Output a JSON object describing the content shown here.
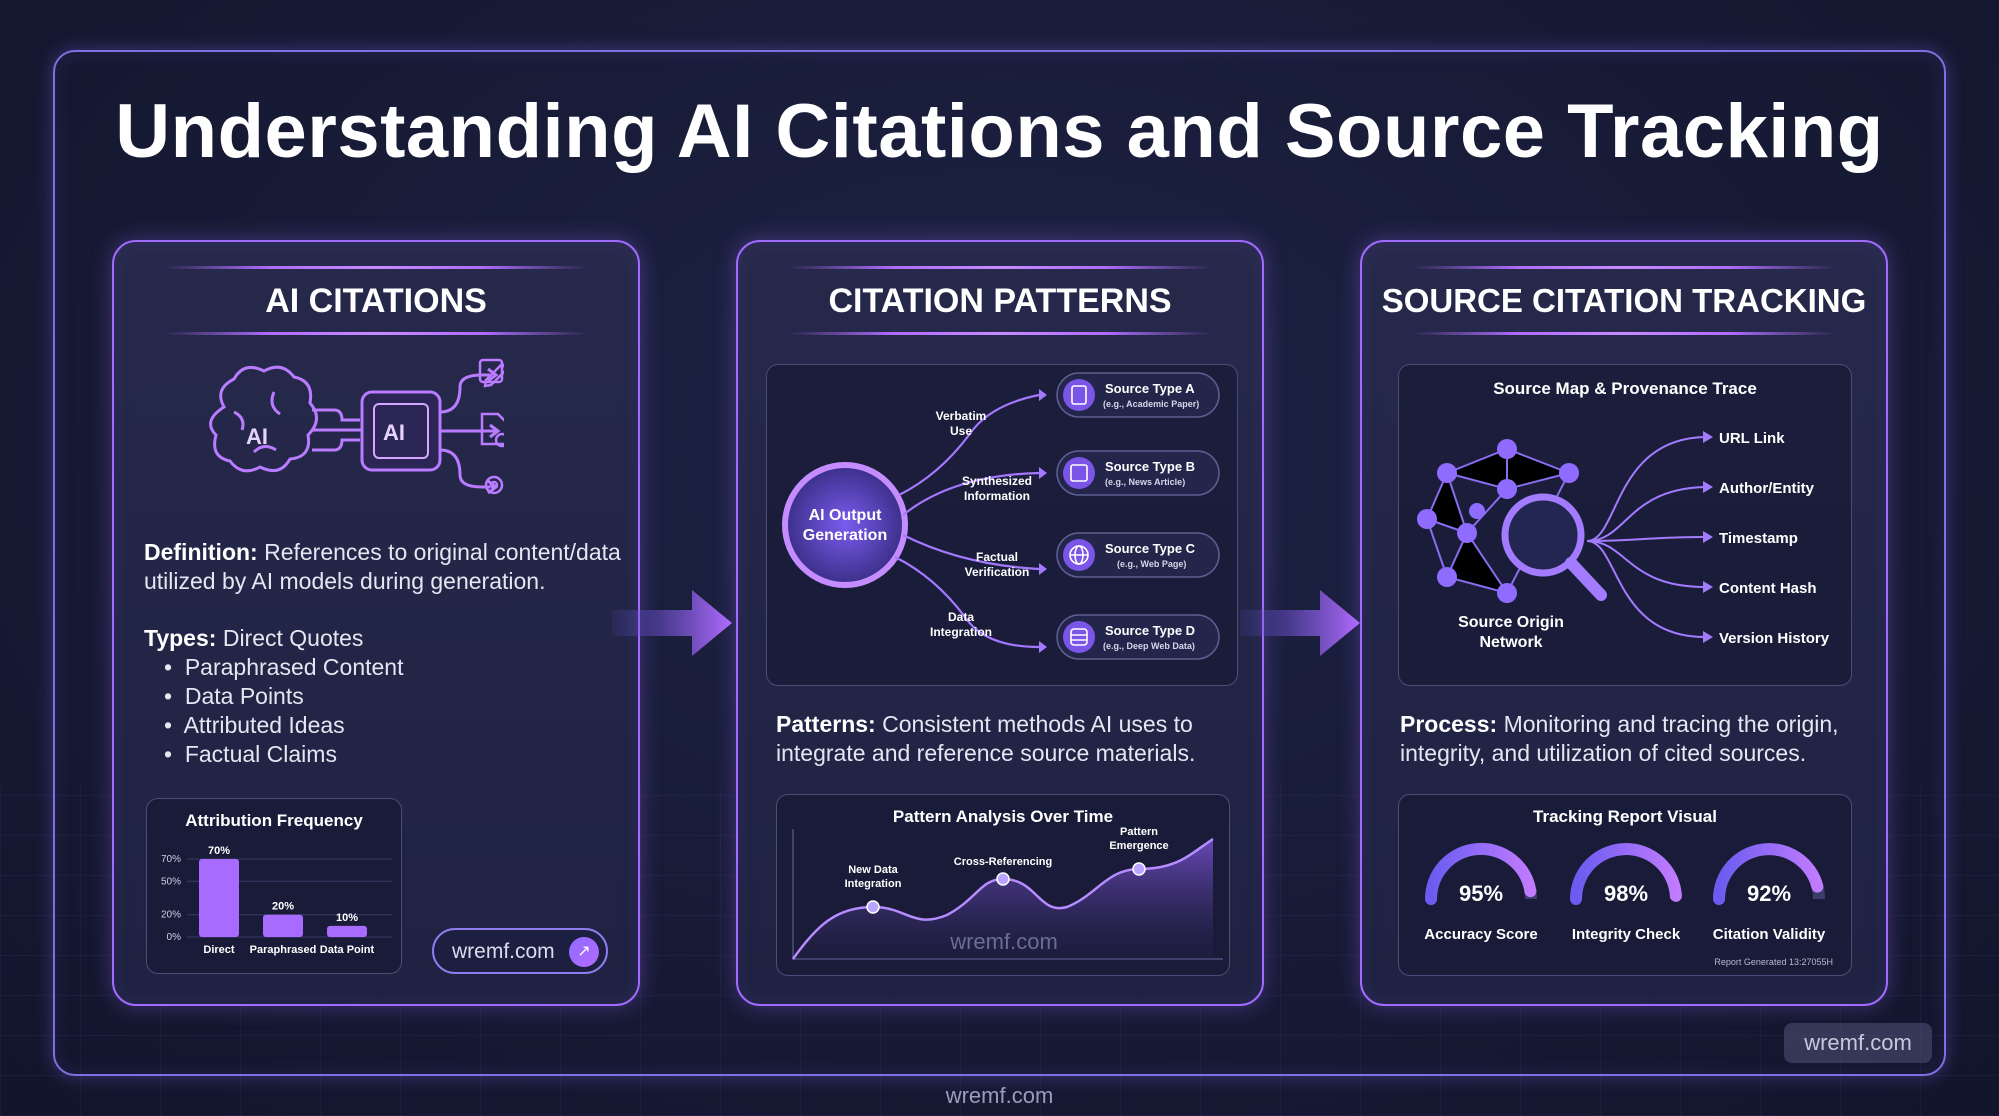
{
  "title": "Understanding AI Citations and Source Tracking",
  "panels": {
    "ai_citations": {
      "title": "AI CITATIONS",
      "icon_labels": {
        "brain": "AI",
        "chip": "AI"
      },
      "definition_label": "Definition:",
      "definition_text": "References to original content/data utilized by AI models during generation.",
      "types_label": "Types:",
      "types_first": "Direct Quotes",
      "types": [
        "Paraphrased Content",
        "Data Points",
        "Attributed Ideas",
        "Factual Claims"
      ],
      "chart_title": "Attribution Frequency",
      "button_label": "wremf.com"
    },
    "citation_patterns": {
      "title": "CITATION PATTERNS",
      "hub_label_1": "AI Output",
      "hub_label_2": "Generation",
      "branch_labels": [
        {
          "l1": "Verbatim",
          "l2": "Use"
        },
        {
          "l1": "Synthesized",
          "l2": "Information"
        },
        {
          "l1": "Factual",
          "l2": "Verification"
        },
        {
          "l1": "Data",
          "l2": "Integration"
        }
      ],
      "sources": [
        {
          "name": "Source Type A",
          "desc": "(e.g., Academic Paper)",
          "icon": "document-icon"
        },
        {
          "name": "Source Type B",
          "desc": "(e.g., News Article)",
          "icon": "news-icon"
        },
        {
          "name": "Source Type C",
          "desc": "(e.g., Web Page)",
          "icon": "globe-icon"
        },
        {
          "name": "Source Type D",
          "desc": "(e.g., Deep Web Data)",
          "icon": "database-icon"
        }
      ],
      "patterns_label": "Patterns:",
      "patterns_text": "Consistent methods AI uses to integrate and reference source materials.",
      "chart_title": "Pattern Analysis Over Time",
      "chart_watermark": "wremf.com"
    },
    "source_tracking": {
      "title": "SOURCE CITATION TRACKING",
      "map_title": "Source Map & Provenance Trace",
      "network_label_1": "Source Origin",
      "network_label_2": "Network",
      "trace_items": [
        "URL Link",
        "Author/Entity",
        "Timestamp",
        "Content Hash",
        "Version History"
      ],
      "process_label": "Process:",
      "process_text": "Monitoring and tracing the origin, integrity, and utilization of cited sources.",
      "report_title": "Tracking Report Visual",
      "gauges": [
        {
          "value_text": "95%",
          "value": 95,
          "label": "Accuracy Score"
        },
        {
          "value_text": "98%",
          "value": 98,
          "label": "Integrity Check"
        },
        {
          "value_text": "92%",
          "value": 92,
          "label": "Citation Validity"
        }
      ],
      "report_footer": "Report Generated 13:27055H"
    }
  },
  "watermarks": {
    "corner": "wremf.com",
    "bottom": "wremf.com"
  },
  "colors": {
    "accent": "#a06bff",
    "background": "#171b36",
    "bar": "#a86bff"
  },
  "chart_data": [
    {
      "type": "bar",
      "title": "Attribution Frequency",
      "categories": [
        "Direct",
        "Paraphrased",
        "Data Point"
      ],
      "values": [
        70,
        20,
        10
      ],
      "value_labels": [
        "70%",
        "20%",
        "10%"
      ],
      "y_ticks": [
        "0%",
        "20%",
        "50%",
        "70%"
      ],
      "ylim": [
        0,
        70
      ]
    },
    {
      "type": "area",
      "title": "Pattern Analysis Over Time",
      "annotations": [
        {
          "l1": "New Data",
          "l2": "Integration"
        },
        {
          "l1": "Cross-Referencing",
          "l2": ""
        },
        {
          "l1": "Pattern",
          "l2": "Emergence"
        }
      ]
    }
  ]
}
